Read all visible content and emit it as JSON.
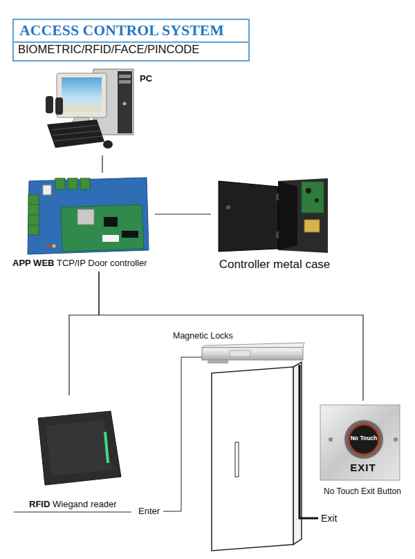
{
  "diagram": {
    "title": "ACCESS CONTROL SYSTEM",
    "nodes": [
      {
        "text": [
          "PC"
        ]
      },
      {
        "text": [
          "APP WEB",
          "TCP/IP Door controller"
        ]
      },
      {
        "text": [
          "Controller metal case"
        ]
      },
      {
        "text": [
          "Magnetic Locks"
        ]
      },
      {
        "text": [
          "RFID",
          "Wiegand reader"
        ]
      },
      {
        "text": [
          "No Touch",
          "EXIT",
          "No Touch Exit Button"
        ]
      }
    ],
    "edges": [
      {
        "from": 0,
        "to": 1,
        "arrow": "none"
      },
      {
        "from": 1,
        "to": 2,
        "arrow": "none"
      },
      {
        "from": 1,
        "to": 4,
        "arrow": "none"
      },
      {
        "from": 1,
        "to": 5,
        "arrow": "none"
      }
    ],
    "labels": [
      "BIOMETRIC/RFID/FACE/PINCODE",
      "Enter",
      "Exit"
    ]
  }
}
